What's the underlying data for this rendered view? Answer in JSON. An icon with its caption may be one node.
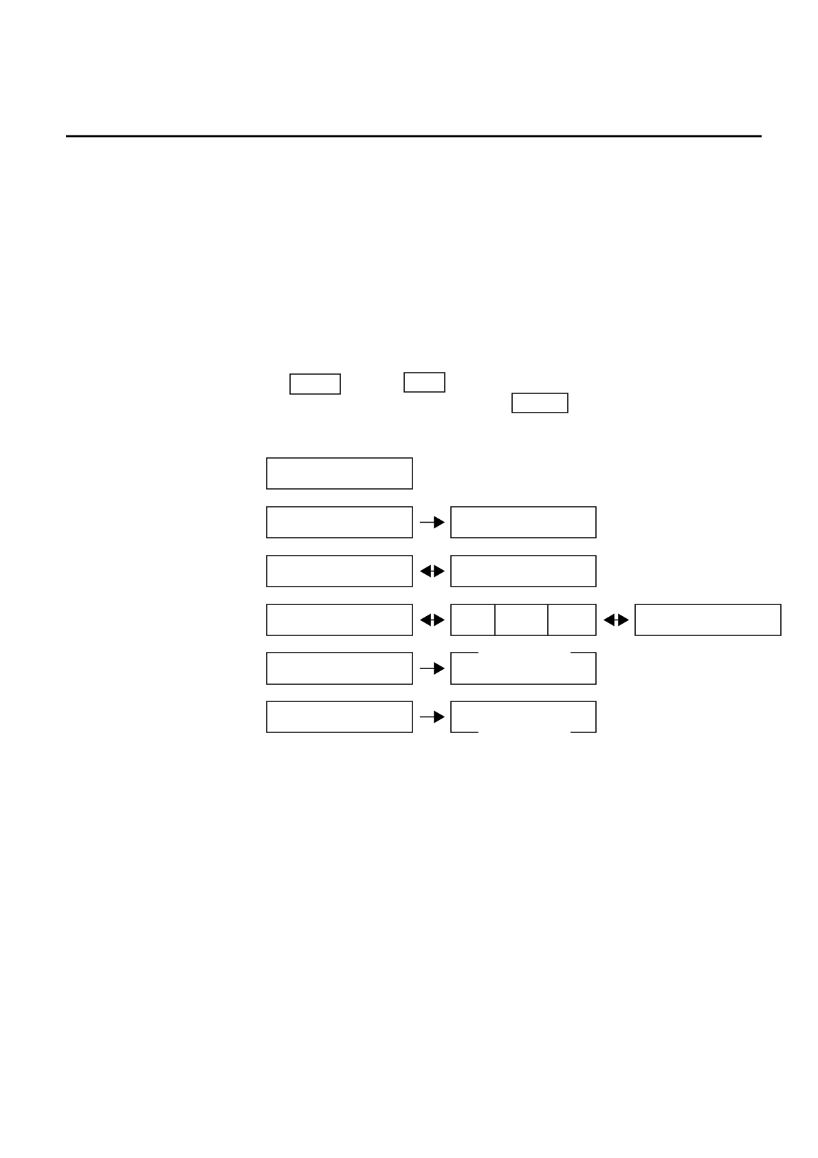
{
  "diagram": {
    "nodes": [
      {
        "text": [],
        "shape": "box"
      },
      {
        "text": [],
        "shape": "box"
      },
      {
        "text": [],
        "shape": "box"
      },
      {
        "text": [],
        "shape": "box"
      },
      {
        "text": [],
        "shape": "box"
      },
      {
        "text": [],
        "shape": "box"
      },
      {
        "text": [],
        "shape": "box"
      },
      {
        "text": [],
        "shape": "box"
      },
      {
        "text": [],
        "shape": "box"
      },
      {
        "text": [],
        "shape": "box"
      },
      {
        "text": [],
        "shape": "box"
      },
      {
        "text": [],
        "shape": "box"
      },
      {
        "text": [],
        "shape": "box"
      },
      {
        "text": [],
        "shape": "box"
      },
      {
        "text": [],
        "shape": "box"
      }
    ],
    "edges": [
      {
        "from": 4,
        "to": 5,
        "arrow": "to"
      },
      {
        "from": 6,
        "to": 7,
        "arrow": "both"
      },
      {
        "from": 8,
        "to": 9,
        "arrow": "both"
      },
      {
        "from": 9,
        "to": 10,
        "arrow": "both"
      },
      {
        "from": 11,
        "to": 12,
        "arrow": "to"
      },
      {
        "from": 13,
        "to": 14,
        "arrow": "to"
      }
    ]
  }
}
